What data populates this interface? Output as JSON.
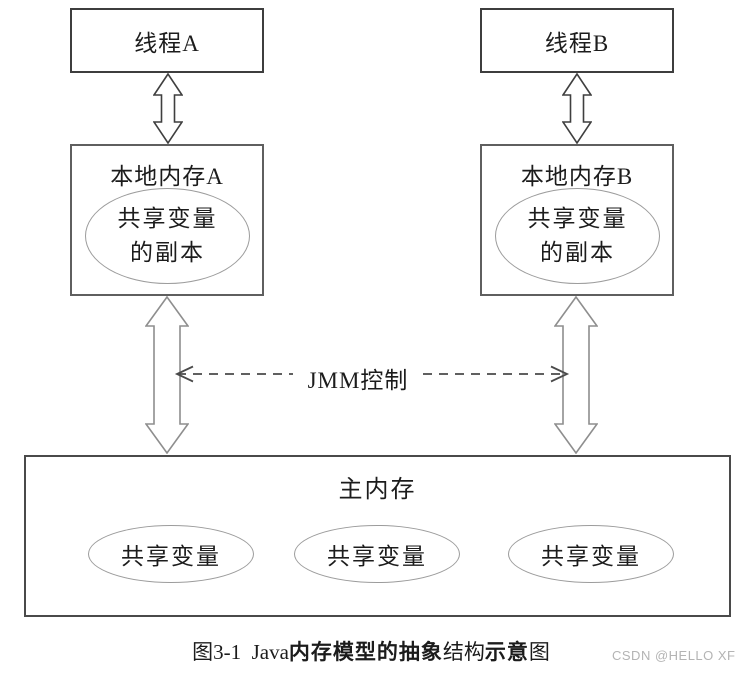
{
  "colors": {
    "background": "#ffffff",
    "thread_box_border": "#3e3e3e",
    "local_box_border": "#5f5f5f",
    "main_box_border": "#4a4a4a",
    "ellipse_border": "#9c9c9c",
    "small_arrow_outline": "#3f3f3f",
    "big_arrow_outline": "#8e8e8e",
    "dash_arrow": "#4a4a4a",
    "text": "#1c1c1c",
    "watermark": "#b4b4b4"
  },
  "diagram": {
    "thread_a": {
      "label": "线程A"
    },
    "thread_b": {
      "label": "线程B"
    },
    "local_memory_a": {
      "label": "本地内存A",
      "ellipse_lines": [
        "共享变量",
        "的副本"
      ]
    },
    "local_memory_b": {
      "label": "本地内存B",
      "ellipse_lines": [
        "共享变量",
        "的副本"
      ]
    },
    "jmm_control": {
      "label": "JMM控制"
    },
    "main_memory": {
      "label": "主内存",
      "ellipses": [
        "共享变量",
        "共享变量",
        "共享变量"
      ]
    }
  },
  "caption": {
    "segments": [
      {
        "text": "图3-1  Java",
        "bold": false
      },
      {
        "text": "内存模型的抽象",
        "bold": true
      },
      {
        "text": "结构",
        "bold": false
      },
      {
        "text": "示意",
        "bold": true
      },
      {
        "text": "图",
        "bold": false
      }
    ],
    "full": "图3-1 Java内存模型的抽象结构示意图"
  },
  "watermark": {
    "label": "CSDN @HELLO XF"
  }
}
